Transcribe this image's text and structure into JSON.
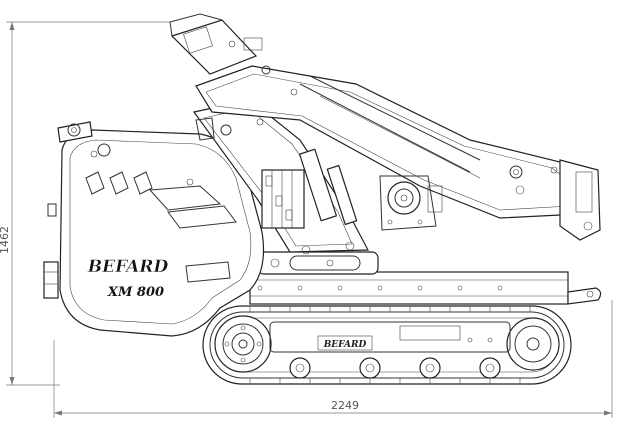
{
  "dimensions": {
    "height_label": "1462",
    "width_label": "2249"
  },
  "branding": {
    "body_logo": "BEFARD",
    "model": "XM 800",
    "track_logo": "BEFARD"
  },
  "colors": {
    "line": "#333333",
    "dimension": "#777777",
    "background": "#ffffff"
  }
}
